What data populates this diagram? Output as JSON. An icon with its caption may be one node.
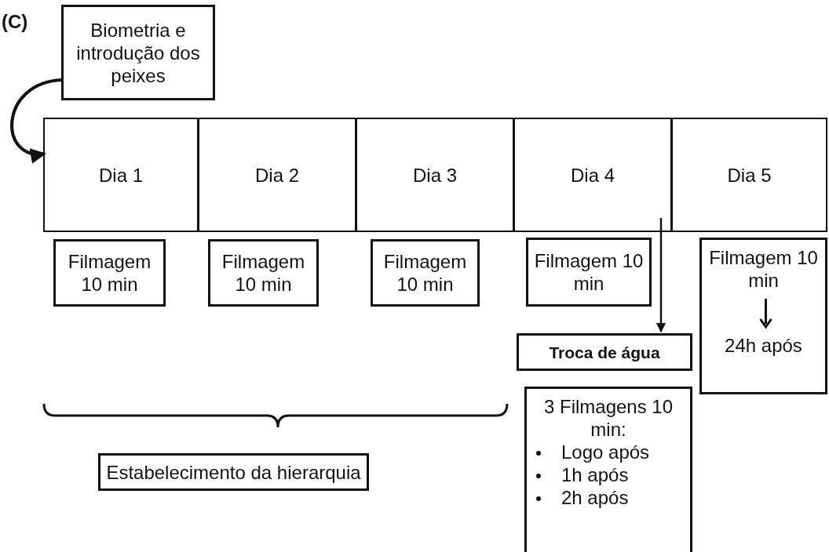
{
  "diagram": {
    "nodes": [
      {
        "text": [
          "Biometria e introdução dos peixes"
        ]
      },
      {
        "text": [
          "Dia 1"
        ]
      },
      {
        "text": [
          "Dia 2"
        ]
      },
      {
        "text": [
          "Dia 3"
        ]
      },
      {
        "text": [
          "Dia 4"
        ]
      },
      {
        "text": [
          "Dia 5"
        ]
      },
      {
        "text": [
          "Filmagem 10 min"
        ]
      },
      {
        "text": [
          "Filmagem 10 min"
        ]
      },
      {
        "text": [
          "Filmagem 10 min"
        ]
      },
      {
        "text": [
          "Filmagem 10 min"
        ]
      },
      {
        "text": [
          "Filmagem 10 min",
          "24h após"
        ]
      },
      {
        "text": [
          "Troca de água"
        ]
      },
      {
        "text": [
          "3 Filmagens 10 min:",
          "Logo após",
          "1h após",
          "2h após"
        ]
      },
      {
        "text": [
          "Estabelecimento da hierarquia"
        ]
      }
    ],
    "edges": [
      {
        "from": 0,
        "to": 1,
        "arrow": "to"
      },
      {
        "from": 4,
        "to": 11,
        "arrow": "to"
      }
    ],
    "labels": [
      "(C)"
    ]
  }
}
